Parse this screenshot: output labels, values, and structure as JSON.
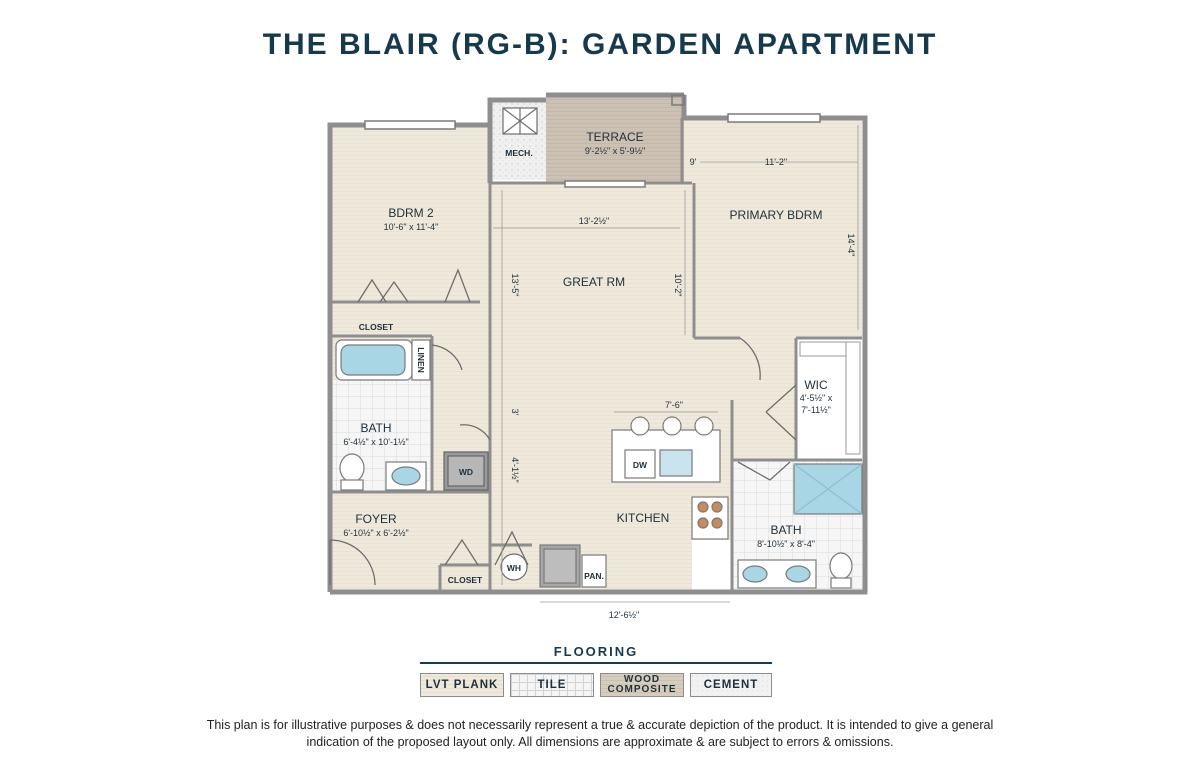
{
  "title": "THE BLAIR (RG-B): GARDEN APARTMENT",
  "rooms": {
    "terrace": {
      "name": "TERRACE",
      "dim": "9'-2½\" x 5'-9½\""
    },
    "mech": {
      "name": "MECH."
    },
    "bdrm2": {
      "name": "BDRM 2",
      "dim": "10'-6\" x 11'-4\""
    },
    "closet_bdrm2": {
      "name": "CLOSET"
    },
    "linen": {
      "name": "LINEN"
    },
    "bath1": {
      "name": "BATH",
      "dim": "6'-4½\" x 10'-1½\""
    },
    "wd": {
      "name": "WD"
    },
    "foyer": {
      "name": "FOYER",
      "dim": "6'-10½\" x 6'-2½\""
    },
    "closet_foyer": {
      "name": "CLOSET"
    },
    "wh": {
      "name": "WH"
    },
    "great_rm": {
      "name": "GREAT RM"
    },
    "primary_bdrm": {
      "name": "PRIMARY BDRM"
    },
    "wic": {
      "name": "WIC",
      "dim_line1": "4'-5½\" x",
      "dim_line2": "7'-11½\""
    },
    "kitchen": {
      "name": "KITCHEN"
    },
    "dw": {
      "name": "DW"
    },
    "pan": {
      "name": "PAN."
    },
    "bath2": {
      "name": "BATH",
      "dim": "8'-10½\" x 8'-4\""
    }
  },
  "dimensions": {
    "great_width": "13'-2½\"",
    "great_depth": "13'-5\"",
    "great_depth2": "10'-2\"",
    "great_3": "3'",
    "great_4": "4'-1½\"",
    "primary_9": "9'",
    "primary_width": "11'-2\"",
    "primary_depth": "14'-4\"",
    "kitchen_island": "7'-6\"",
    "kitchen_width": "12'-6½\""
  },
  "flooring": {
    "title": "FLOORING",
    "lvt": "LVT PLANK",
    "tile": "TILE",
    "wood_line1": "WOOD",
    "wood_line2": "COMPOSITE",
    "cement": "CEMENT"
  },
  "disclaimer": {
    "line1": "This plan is for illustrative purposes & does not necessarily represent a true & accurate depiction of the product. It is intended to give a general",
    "line2": "indication of the proposed layout only. All dimensions are approximate & are subject to errors & omissions."
  },
  "colors": {
    "title": "#163a4d",
    "wall": "#8e8e8e",
    "lvt": "#efe9dc",
    "terrace": "#cbbfb2",
    "tile": "#f5f5f5",
    "glass": "#a9d6e5"
  }
}
